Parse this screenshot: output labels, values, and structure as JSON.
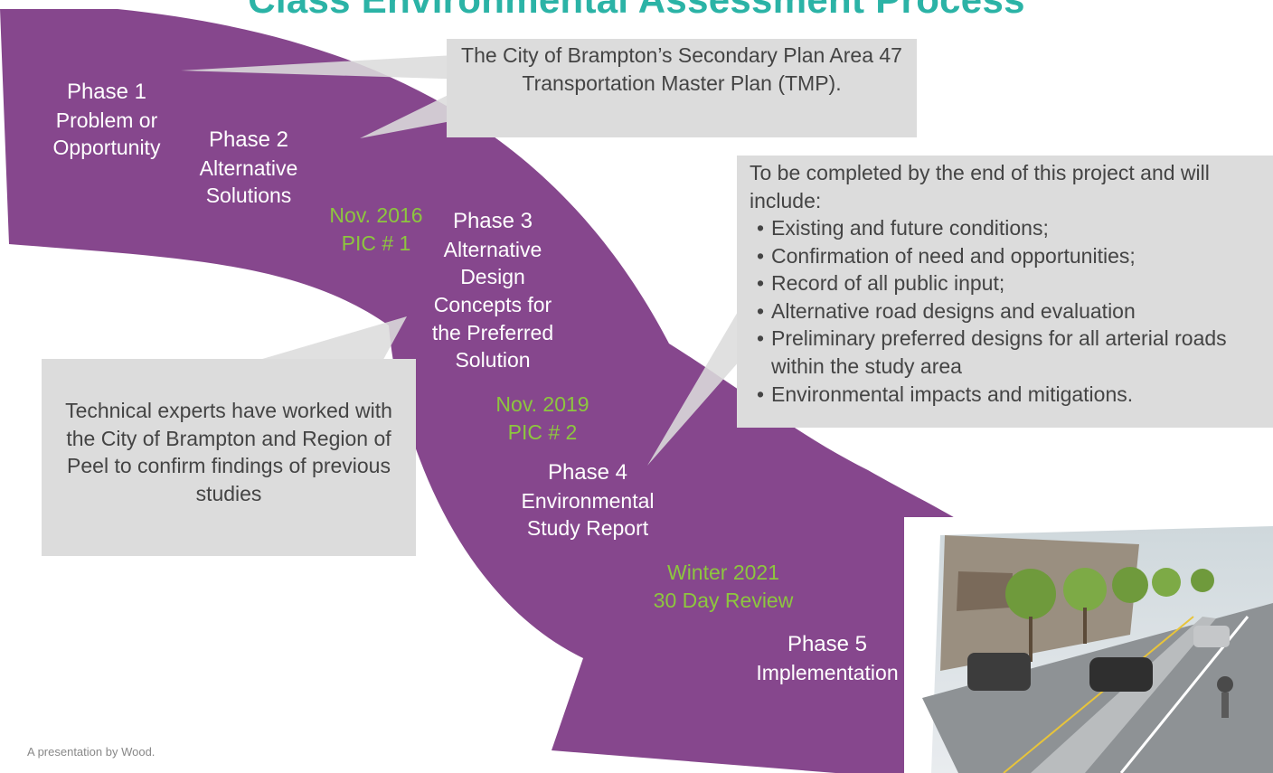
{
  "title": "Class Environmental Assessment Process",
  "callouts": {
    "top": "The City of Brampton’s Secondary Plan Area 47 Transportation Master Plan (TMP).",
    "right_intro": "To be completed by the end of this project and will include:",
    "right_items": [
      "Existing and future conditions;",
      "Confirmation of need and opportunities;",
      "Record of all public input;",
      "Alternative road designs and evaluation",
      "Preliminary preferred designs for all arterial roads within the study area",
      "Environmental impacts and mitigations."
    ],
    "left": "Technical experts have worked with the City of Brampton and Region of Peel to confirm findings of previous studies"
  },
  "phases": [
    {
      "label": "Phase 1",
      "desc": "Problem or Opportunity"
    },
    {
      "label": "Phase 2",
      "desc": "Alternative Solutions"
    },
    {
      "label": "Phase 3",
      "desc": "Alternative Design Concepts for the Preferred Solution"
    },
    {
      "label": "Phase 4",
      "desc": "Environmental Study Report"
    },
    {
      "label": "Phase 5",
      "desc": "Implementation"
    }
  ],
  "milestones": [
    {
      "date": "Nov. 2016",
      "event": "PIC # 1"
    },
    {
      "date": "Nov. 2019",
      "event": "PIC # 2"
    },
    {
      "date": "Winter 2021",
      "event": "30 Day Review"
    }
  ],
  "footer": "A presentation by Wood.",
  "colors": {
    "arrow": "#86478d",
    "title": "#2bb3a6",
    "milestone": "#8dc63f",
    "callout_bg": "#dcdcdc",
    "callout_text": "#444444"
  }
}
